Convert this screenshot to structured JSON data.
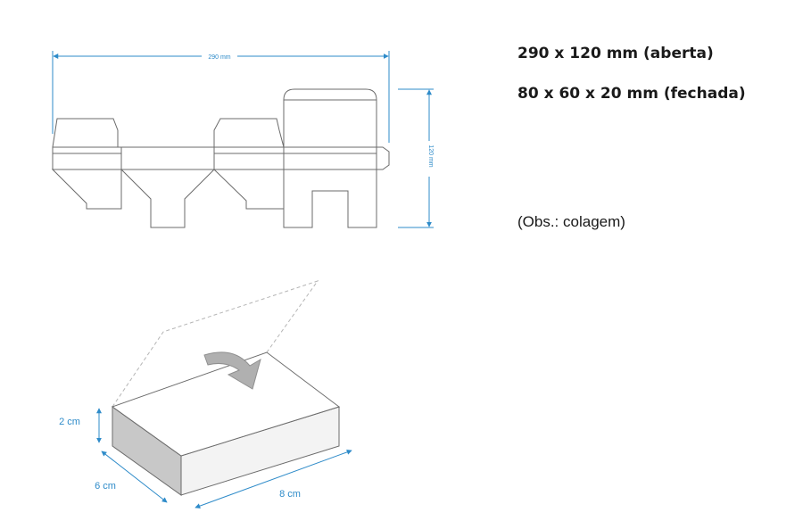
{
  "specs": {
    "open_size": "290 x 120 mm (aberta)",
    "closed_size": "80 x 60 x 20 mm (fechada)",
    "note": "(Obs.: colagem)"
  },
  "dieline": {
    "width_label": "290 mm",
    "height_label": "120 mm"
  },
  "box": {
    "height_label": "2 cm",
    "depth_label": "6 cm",
    "length_label": "8 cm"
  },
  "colors": {
    "dimension": "#2e8bc9",
    "outline": "#6b6b6b",
    "box_front": "#f3f3f3",
    "box_side": "#c8c8c8",
    "arrow": "#b0b0b0"
  }
}
